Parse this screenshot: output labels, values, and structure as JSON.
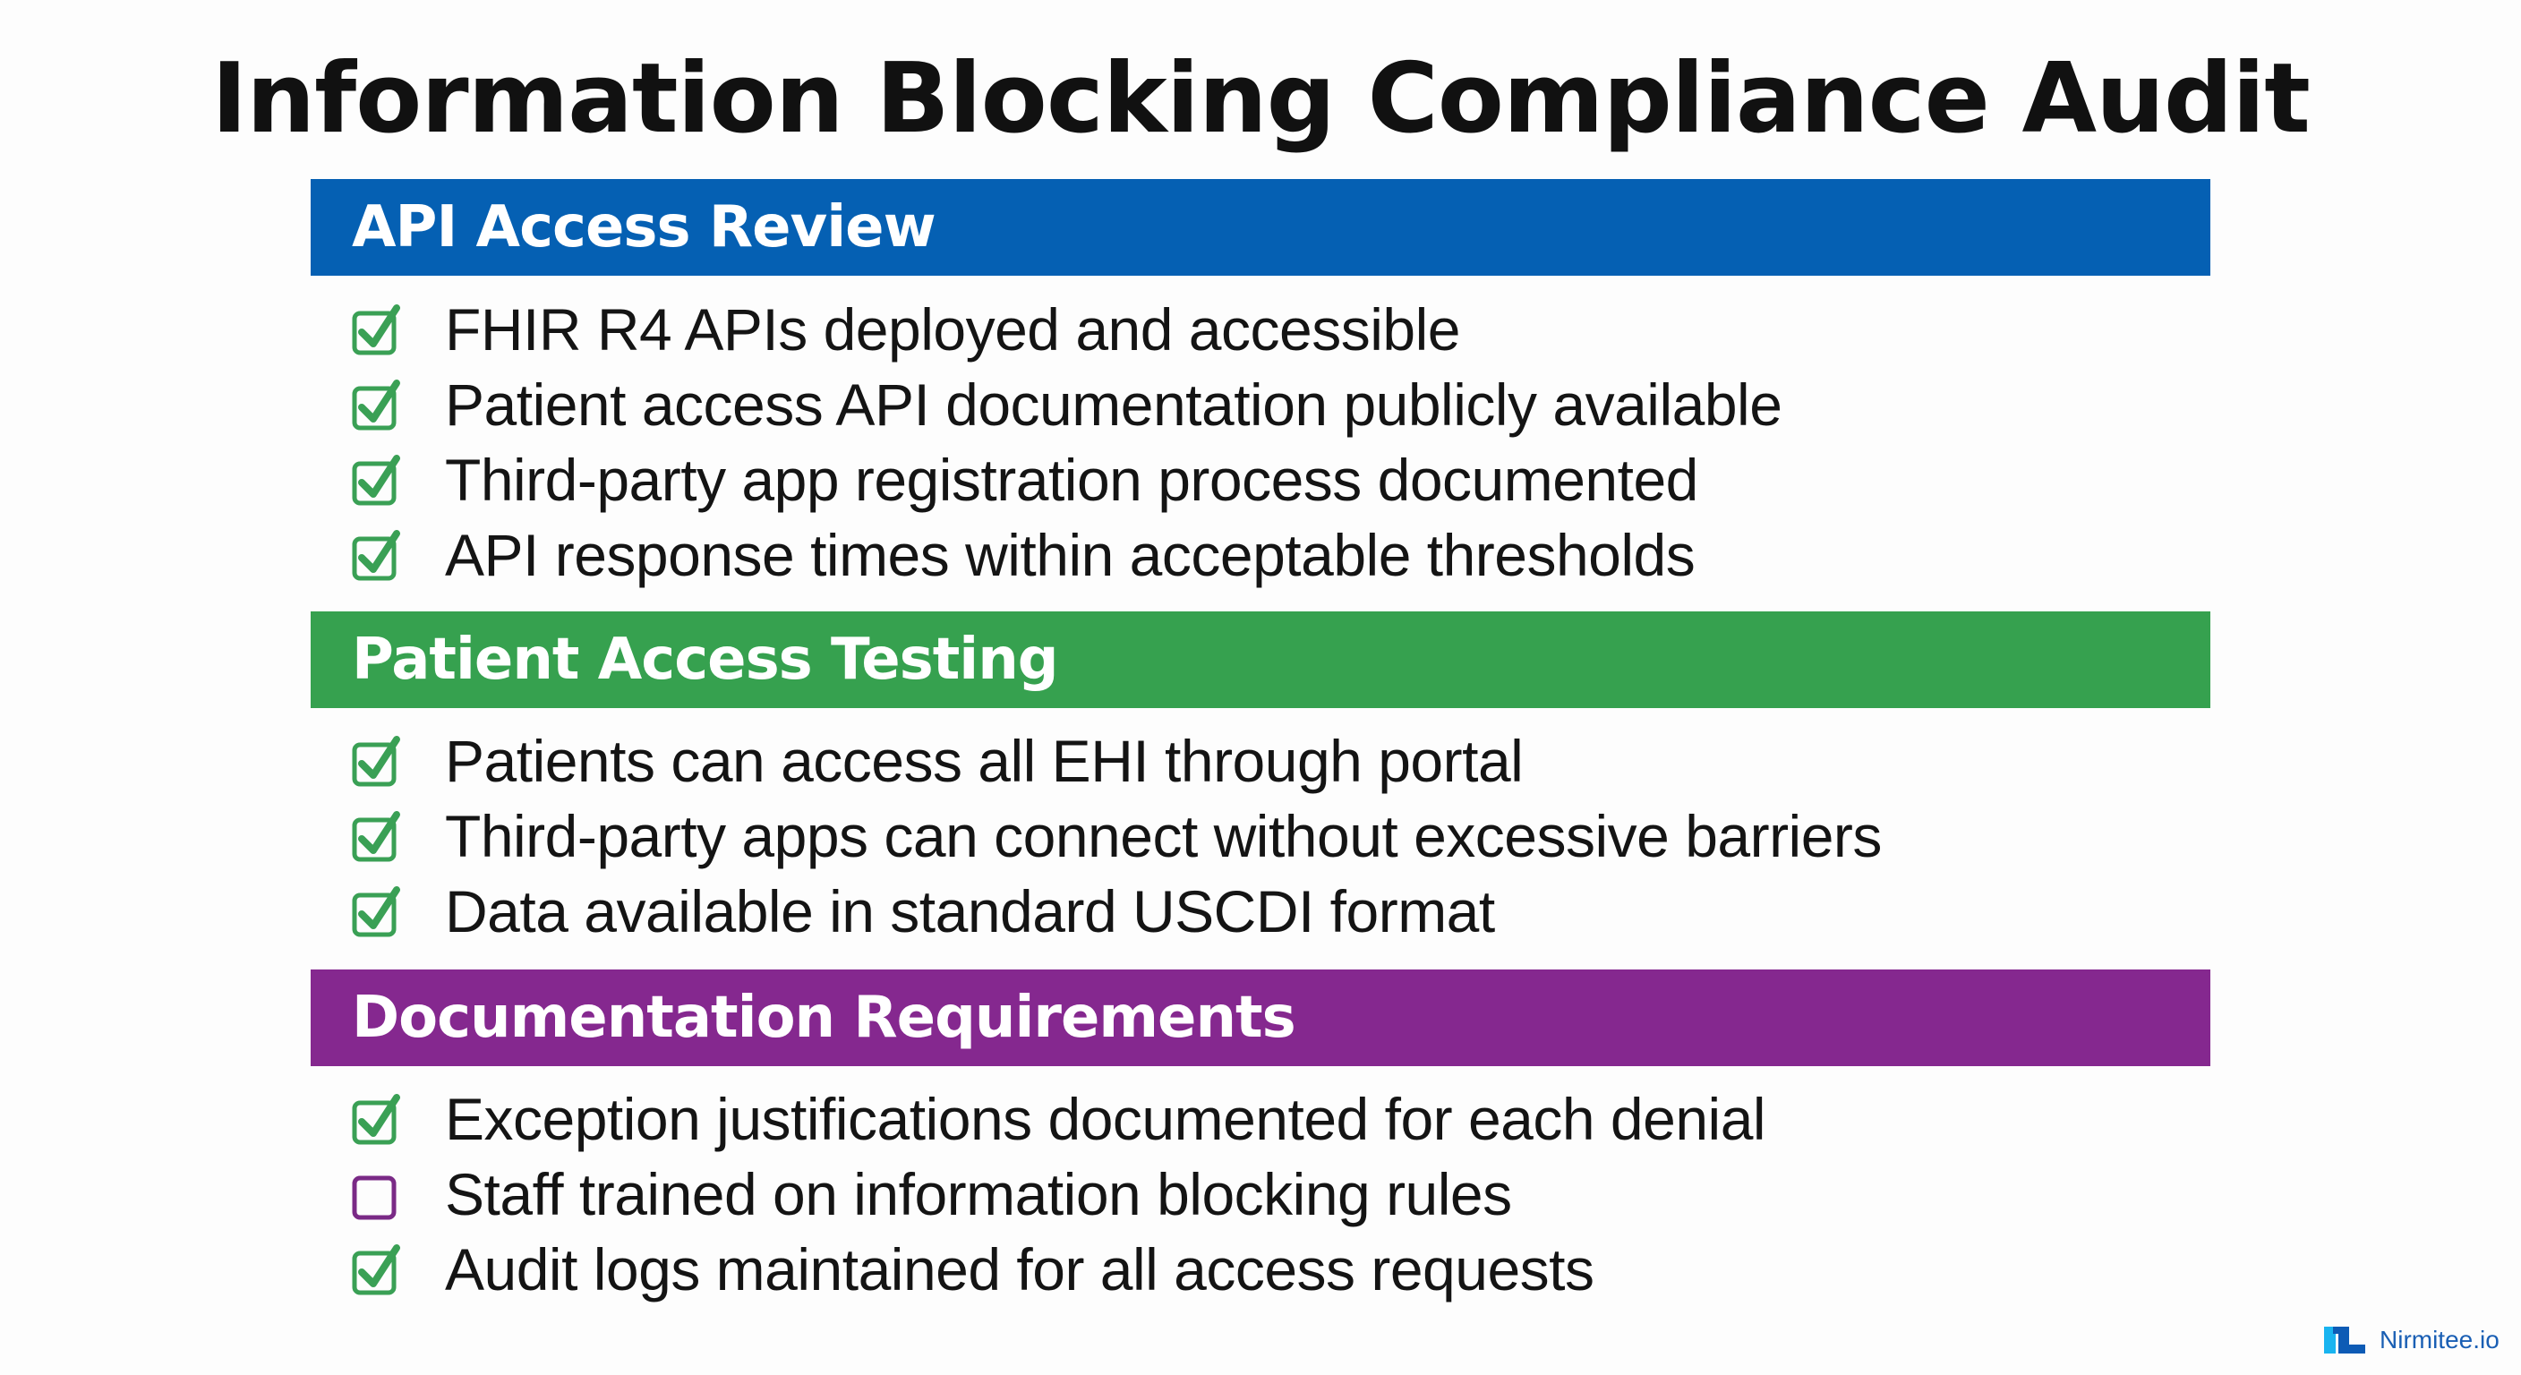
{
  "title": "Information Blocking Compliance Audit",
  "colors": {
    "api_header": "#0560b3",
    "patient_header": "#36a14f",
    "doc_header": "#85288f",
    "check_green": "#3aa055",
    "unchecked_purple": "#7a2a86"
  },
  "sections": [
    {
      "header": "API Access Review",
      "items": [
        {
          "label": "FHIR R4 APIs deployed and accessible",
          "checked": true
        },
        {
          "label": "Patient access API documentation publicly available",
          "checked": true
        },
        {
          "label": "Third-party app registration process documented",
          "checked": true
        },
        {
          "label": "API response times within acceptable thresholds",
          "checked": true
        }
      ]
    },
    {
      "header": "Patient Access Testing",
      "items": [
        {
          "label": "Patients can access all EHI through portal",
          "checked": true
        },
        {
          "label": "Third-party apps can connect without excessive barriers",
          "checked": true
        },
        {
          "label": "Data available in standard USCDI format",
          "checked": true
        }
      ]
    },
    {
      "header": "Documentation Requirements",
      "items": [
        {
          "label": "Exception justifications documented for each denial",
          "checked": true
        },
        {
          "label": "Staff trained on information blocking rules",
          "checked": false
        },
        {
          "label": "Audit logs maintained for all access requests",
          "checked": true
        }
      ]
    }
  ],
  "brand": {
    "name": "Nirmitee.io"
  }
}
